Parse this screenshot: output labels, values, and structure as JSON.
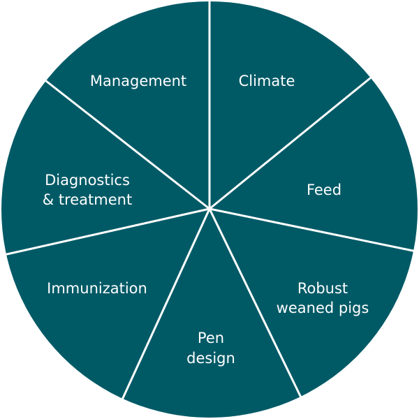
{
  "diagram": {
    "fill_color": "#005a66",
    "divider_color": "#ffffff",
    "segments": [
      {
        "id": "climate",
        "lines": [
          "Climate"
        ]
      },
      {
        "id": "feed",
        "lines": [
          "Feed"
        ]
      },
      {
        "id": "robust",
        "lines": [
          "Robust",
          "weaned pigs"
        ]
      },
      {
        "id": "pen",
        "lines": [
          "Pen",
          "design"
        ]
      },
      {
        "id": "immunize",
        "lines": [
          "Immunization"
        ]
      },
      {
        "id": "diagnostic",
        "lines": [
          "Diagnostics",
          "& treatment"
        ]
      },
      {
        "id": "management",
        "lines": [
          "Management"
        ]
      }
    ]
  }
}
